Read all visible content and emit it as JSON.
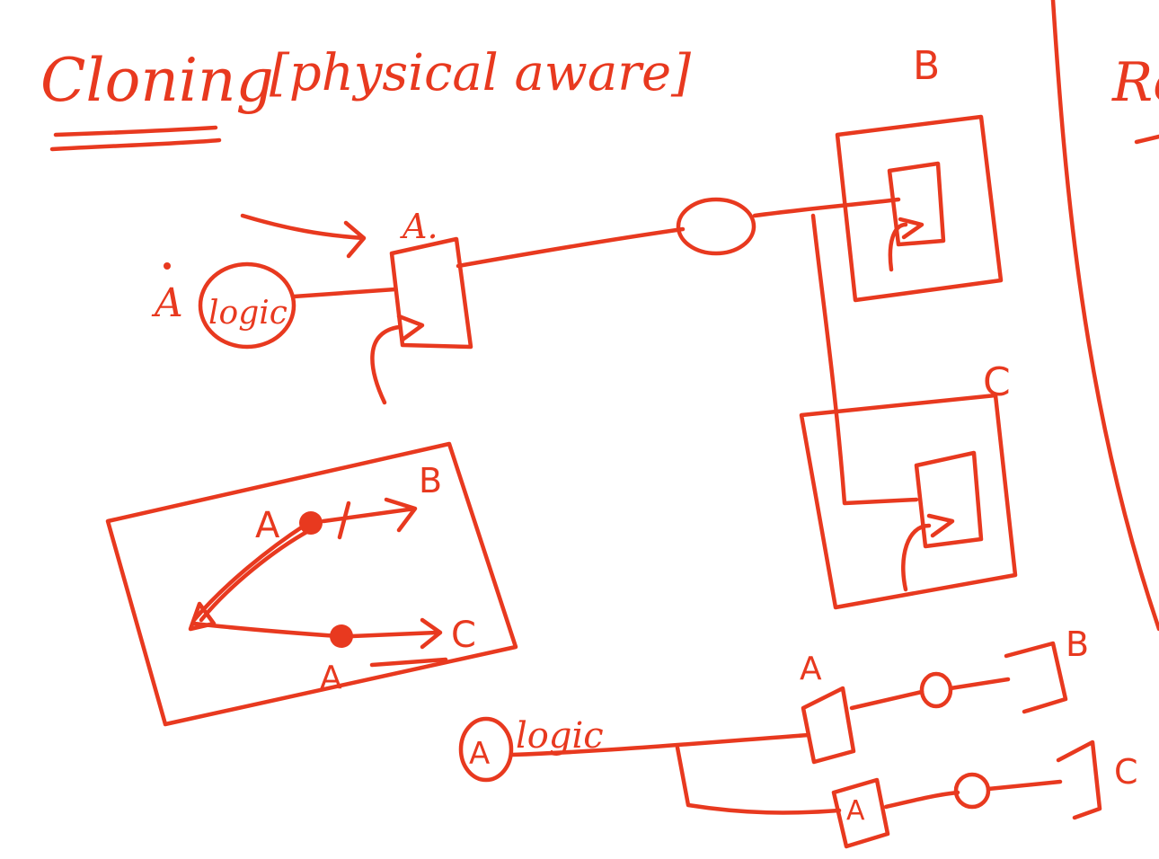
{
  "board": {
    "ink_color": "#e8391f",
    "background": "#ffffff"
  },
  "heading": {
    "title": "Cloning",
    "subtitle": "[physical aware]",
    "right_edge_fragment": "Re"
  },
  "top_figure": {
    "driver_label": "A",
    "logic_label": "logic",
    "source_flop_label": "A.",
    "sink_b_label": "B",
    "sink_c_label": "C"
  },
  "placement_sketch": {
    "label_a_top": "A",
    "label_b": "B",
    "label_a_bottom": "A",
    "label_c": "C"
  },
  "bottom_figure": {
    "driver_label": "A",
    "logic_label": "logic",
    "clone_a_top_label": "A",
    "clone_a_bottom_label": "A",
    "sink_b_label": "B",
    "sink_c_label": "C"
  }
}
